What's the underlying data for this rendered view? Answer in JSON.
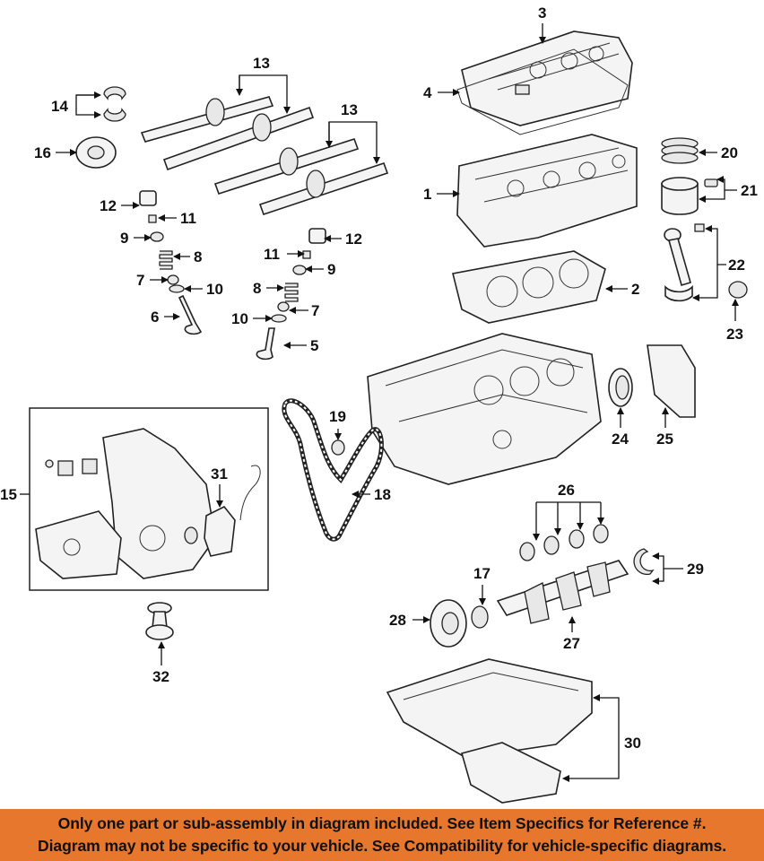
{
  "callouts": {
    "c1": "1",
    "c2": "2",
    "c3": "3",
    "c4": "4",
    "c5": "5",
    "c6": "6",
    "c7a": "7",
    "c7b": "7",
    "c8a": "8",
    "c8b": "8",
    "c9a": "9",
    "c9b": "9",
    "c10a": "10",
    "c10b": "10",
    "c11a": "11",
    "c11b": "11",
    "c12a": "12",
    "c12b": "12",
    "c13a": "13",
    "c13b": "13",
    "c14": "14",
    "c15": "15",
    "c16": "16",
    "c17": "17",
    "c18": "18",
    "c19": "19",
    "c20": "20",
    "c21": "21",
    "c22": "22",
    "c23": "23",
    "c24": "24",
    "c25": "25",
    "c26": "26",
    "c27": "27",
    "c28": "28",
    "c29": "29",
    "c30": "30",
    "c31": "31",
    "c32": "32"
  },
  "notice": {
    "line1": "Only one part or sub-assembly in diagram included. See Item Specifics for Reference #.",
    "line2": "Diagram may not be specific to your vehicle. See Compatibility for vehicle-specific diagrams."
  },
  "colors": {
    "banner": "#e8772e",
    "line": "#111111"
  }
}
